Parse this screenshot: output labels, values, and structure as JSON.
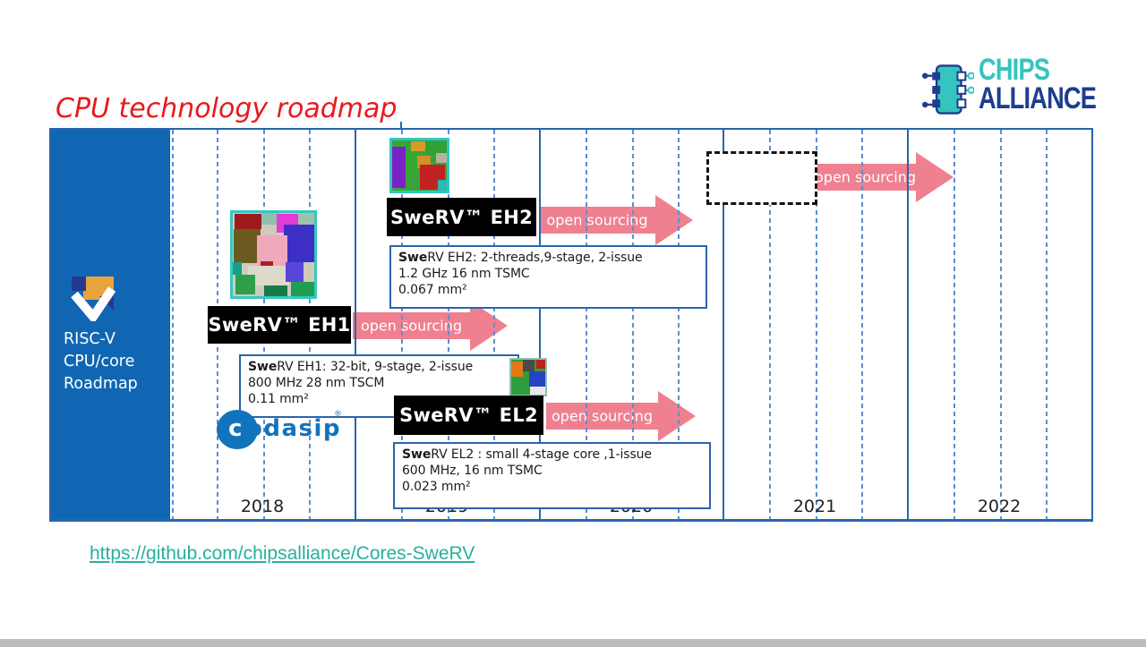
{
  "slide": {
    "title": "CPU technology roadmap",
    "footer_link": "https://github.com/chipsalliance/Cores-SweRV"
  },
  "brand": {
    "chips": "CHIPS",
    "alliance": "ALLIANCE"
  },
  "sidebar": {
    "line1": "RISC-V",
    "line2": "CPU/core",
    "line3": "Roadmap"
  },
  "timeline": {
    "years": [
      "2018",
      "2019",
      "2020",
      "2021",
      "2022"
    ]
  },
  "cores": {
    "eh1": {
      "label": "SweRV™ EH1",
      "arrow": "open sourcing",
      "spec_bold": "Swe",
      "spec_rest": "RV EH1: 32-bit, 9-stage, 2-issue",
      "spec_line2": "800 MHz 28 nm TSCM",
      "spec_line3": "0.11 mm²"
    },
    "eh2": {
      "label": "SweRV™ EH2",
      "arrow": "open sourcing",
      "spec_bold": "Swe",
      "spec_rest": "RV EH2: 2-threads,9-stage, 2-issue",
      "spec_line2": "1.2 GHz 16 nm TSMC",
      "spec_line3": "0.067 mm²"
    },
    "el2": {
      "label": "SweRV™ EL2",
      "arrow": "open sourcing",
      "spec_bold": "Swe",
      "spec_rest": "RV EL2 : small 4-stage core ,1-issue",
      "spec_line2": "600 MHz, 16 nm TSMC",
      "spec_line3": "0.023 mm²"
    },
    "future": {
      "arrow": "open sourcing"
    }
  },
  "partner": {
    "name_c": "c",
    "name_rest": "odasip",
    "reg": "®"
  },
  "colors": {
    "accent_red": "#e8191c",
    "chart_blue": "#2a64ad",
    "grid_dash_blue": "#5b8fd0",
    "sidebar_blue": "#1166b3",
    "arrow_pink": "#ef8090",
    "link_teal": "#28b09c",
    "brand_teal": "#35c4c0",
    "brand_navy": "#1e3d8f"
  }
}
